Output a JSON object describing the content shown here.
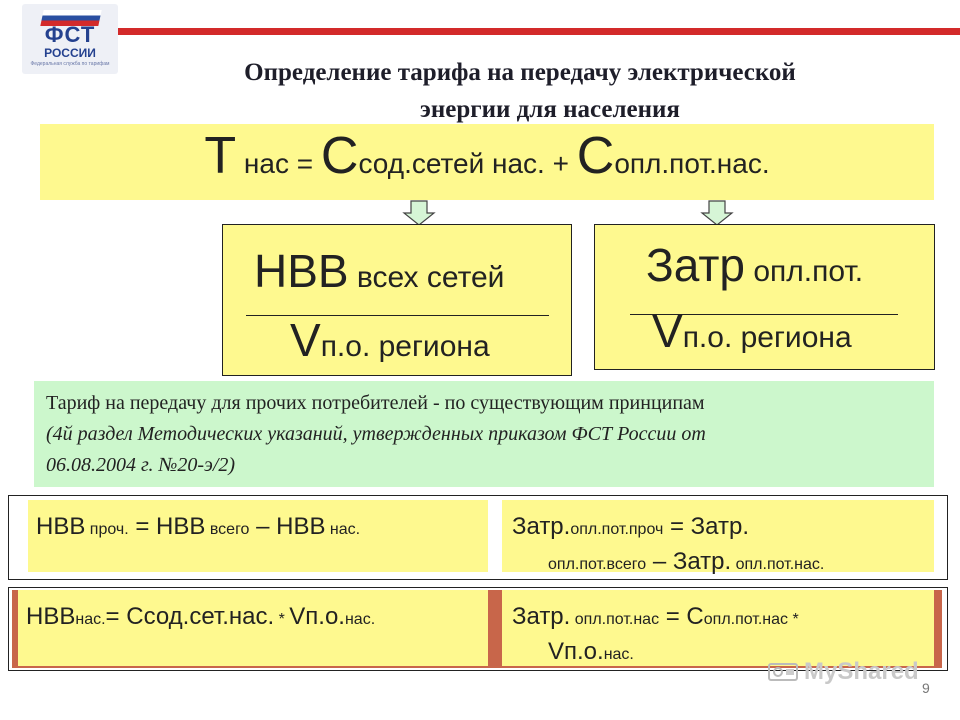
{
  "logo": {
    "line1": "ФСТ",
    "line2": "РОССИИ",
    "line3": "Федеральная служба по тарифам"
  },
  "title": {
    "line1": "Определение тарифа на передачу электрической",
    "line2": "энергии для населения"
  },
  "formula": {
    "t": "Т",
    "t_sub": " нас",
    "eq": " = ",
    "c1": "С",
    "c1_sub": "сод.сетей нас.",
    "plus": " + ",
    "c2": "С",
    "c2_sub": "опл.пот.нас."
  },
  "frac_left": {
    "num_main": "НВВ",
    "num_sub": " всех сетей",
    "den_main": "V",
    "den_sub": "п.о. региона"
  },
  "frac_right": {
    "num_main": "Затр",
    "num_sub": " опл.пот.",
    "den_main": "V",
    "den_sub": "п.о. региона"
  },
  "info": {
    "line1": "Тариф на передачу для прочих потребителей - по существующим принципам",
    "line2": "(4й раздел Методических указаний, утвержденных приказом ФСТ России от",
    "line3": "06.08.2004 г. №20-э/2)"
  },
  "row1_left": {
    "a": "НВВ",
    "a_sub": " проч.",
    "eq": " = НВВ",
    "b_sub": " всего",
    "minus": " – НВВ",
    "c_sub": " нас."
  },
  "row1_right": {
    "a": "Затр.",
    "a_sub": "опл.пот.проч",
    "eq": " = Затр.",
    "b_sub": "опл.пот.всего",
    "minus": " – Затр.",
    "c_sub": " опл.пот.нас."
  },
  "row2_left": {
    "a": "НВВ",
    "a_sub": "нас.",
    "eq": "= Ссод.сет.нас.",
    "mul": " * ",
    "v": "Vп.о.",
    "v_sub": "нас."
  },
  "row2_right": {
    "a": "Затр.",
    "a_sub": " опл.пот.нас",
    "eq": " = С",
    "b_sub": "опл.пот.нас",
    "mul": " *",
    "v": "Vп.о.",
    "v_sub": "нас."
  },
  "watermark": "MyShared",
  "page_number": "9",
  "colors": {
    "yellow": "#fef98f",
    "green": "#ccf7cc",
    "red_line": "#d32a2a",
    "accent_blue": "#24418f",
    "row_red": "#c8664a"
  }
}
